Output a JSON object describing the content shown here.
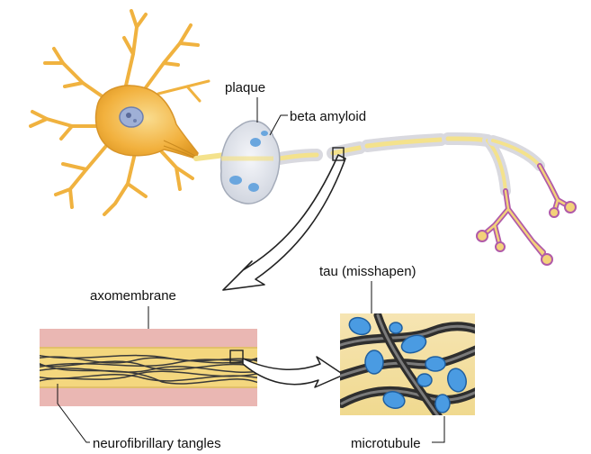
{
  "labels": {
    "plaque": "plaque",
    "beta_amyloid": "beta amyloid",
    "axomembrane": "axomembrane",
    "tau": "tau (misshapen)",
    "neurofibrillary": "neurofibrillary tangles",
    "microtubule": "microtubule"
  },
  "colors": {
    "neuron_body": "#f2b13e",
    "neuron_light": "#f7d67a",
    "nucleus": "#9fb0d6",
    "axon_core": "#f4e28c",
    "myelin": "#d9d9df",
    "plaque_fill": "#e4e7ee",
    "beta_amyloid": "#6aa6de",
    "membrane_pink": "#eab7b3",
    "axon_interior": "#f4d77e",
    "fibril": "#3a3a3a",
    "tau_blue": "#4a9be2",
    "dendrite_pink": "#b05aa9",
    "background": "#ffffff"
  }
}
